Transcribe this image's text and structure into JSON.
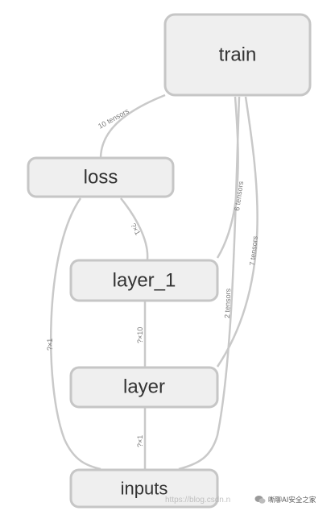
{
  "graph": {
    "nodes": {
      "train": "train",
      "loss": "loss",
      "layer_1": "layer_1",
      "layer": "layer",
      "inputs": "inputs"
    },
    "edges": {
      "train_loss": "10 tensors",
      "train_layer1": "6 tensors",
      "train_layer": "7 tensors",
      "train_inputs": "2 tensors",
      "loss_layer1": "?×1",
      "loss_inputs": "?×1",
      "layer1_layer": "?×10",
      "layer_inputs": "?×1"
    }
  },
  "overlay_url": "https://blog.csdn.n",
  "watermark": {
    "icon": "wechat-icon",
    "text": "嘶聊AI安全之家"
  }
}
